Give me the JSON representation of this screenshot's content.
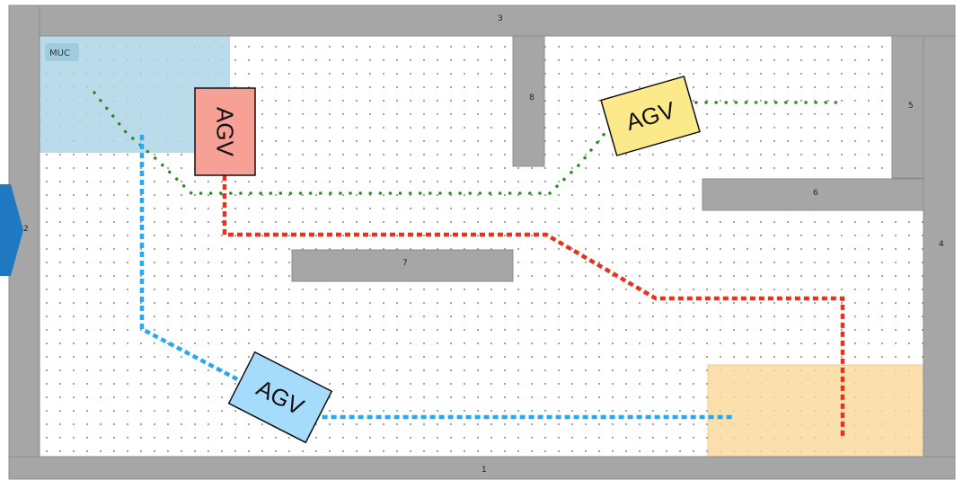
{
  "walls": [
    {
      "id": "wall-1",
      "label": "1"
    },
    {
      "id": "wall-2",
      "label": "2"
    },
    {
      "id": "wall-3",
      "label": "3"
    },
    {
      "id": "wall-4",
      "label": "4"
    },
    {
      "id": "wall-5",
      "label": "5"
    },
    {
      "id": "wall-6",
      "label": "6"
    },
    {
      "id": "wall-7",
      "label": "7"
    },
    {
      "id": "wall-8",
      "label": "8"
    }
  ],
  "zones": {
    "muc": {
      "label": "MUC",
      "color": "#aed6e6"
    },
    "target": {
      "label": "",
      "color": "#fbd99a"
    }
  },
  "agvs": [
    {
      "id": "agv-red",
      "label": "AGV",
      "color": "#f7a196",
      "path_color": "#e8321e"
    },
    {
      "id": "agv-yellow",
      "label": "AGV",
      "color": "#fbe98a",
      "path_color": "#2e8b22"
    },
    {
      "id": "agv-blue",
      "label": "AGV",
      "color": "#a6dcfb",
      "path_color": "#28a8f0"
    }
  ],
  "colors": {
    "wall": "#a6a6a6",
    "grid_dot": "#9a9a9a",
    "nav_arrow": "#1e78c2"
  }
}
